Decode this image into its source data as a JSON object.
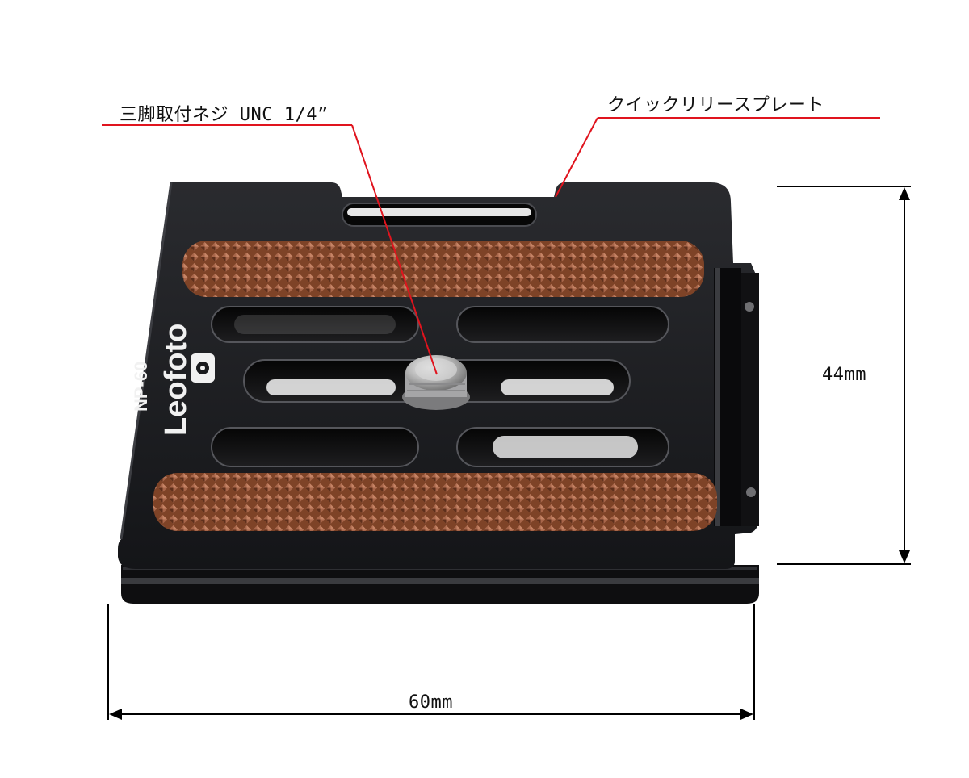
{
  "annotations": {
    "screw_label": "三脚取付ネジ UNC 1/4”",
    "plate_label": "クイックリリースプレート",
    "height_label": "44mm",
    "width_label": "60mm"
  },
  "product": {
    "brand": "Leofoto",
    "model": "NP-60"
  },
  "colors": {
    "background": "#ffffff",
    "plate_body": "#1c1d20",
    "grip_pad": "#8a4a2c",
    "leader_line": "#e0141e",
    "dimension_line": "#000000"
  }
}
